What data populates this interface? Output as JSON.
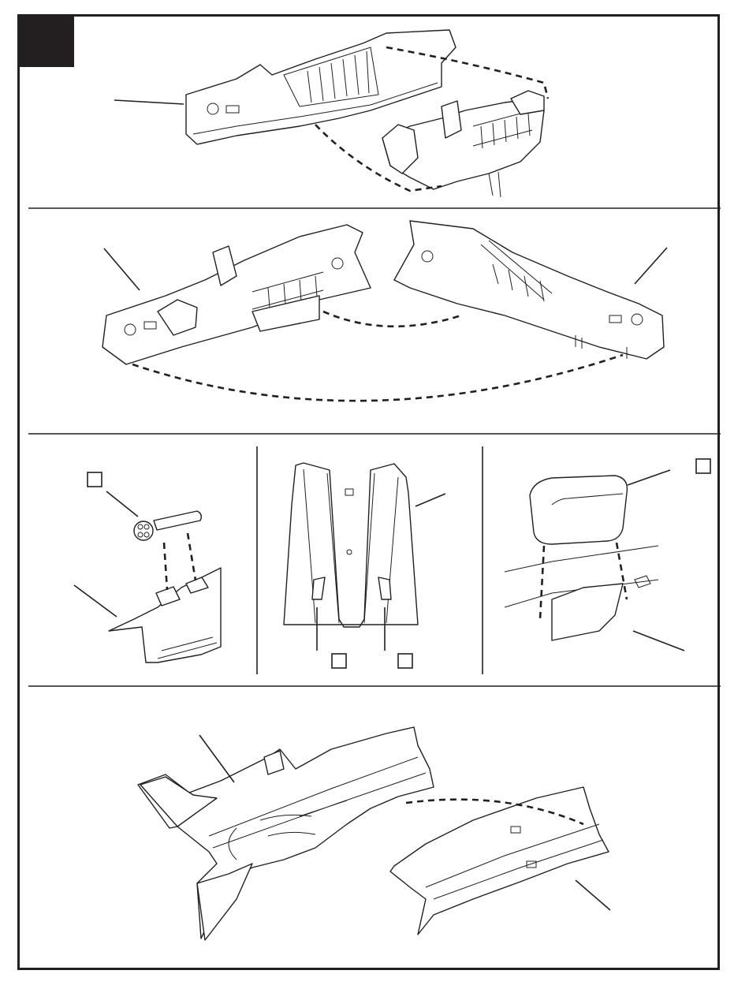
{
  "sheet": {
    "style": "model kit assembly instructions",
    "ink_color": "#231f20",
    "paper_color": "#ffffff",
    "step_marker_color": "#231f20"
  },
  "panels": [
    {
      "id": "cockpit-into-left-fuselage",
      "callout_boxes": 0
    },
    {
      "id": "join-fuselage-halves",
      "callout_boxes": 0
    },
    {
      "id": "nose-gun-barrel",
      "callout_boxes": 1
    },
    {
      "id": "intake-parts",
      "callout_boxes": 2
    },
    {
      "id": "fairing-block",
      "callout_boxes": 1
    },
    {
      "id": "attach-lower-fuselage",
      "callout_boxes": 0
    }
  ]
}
